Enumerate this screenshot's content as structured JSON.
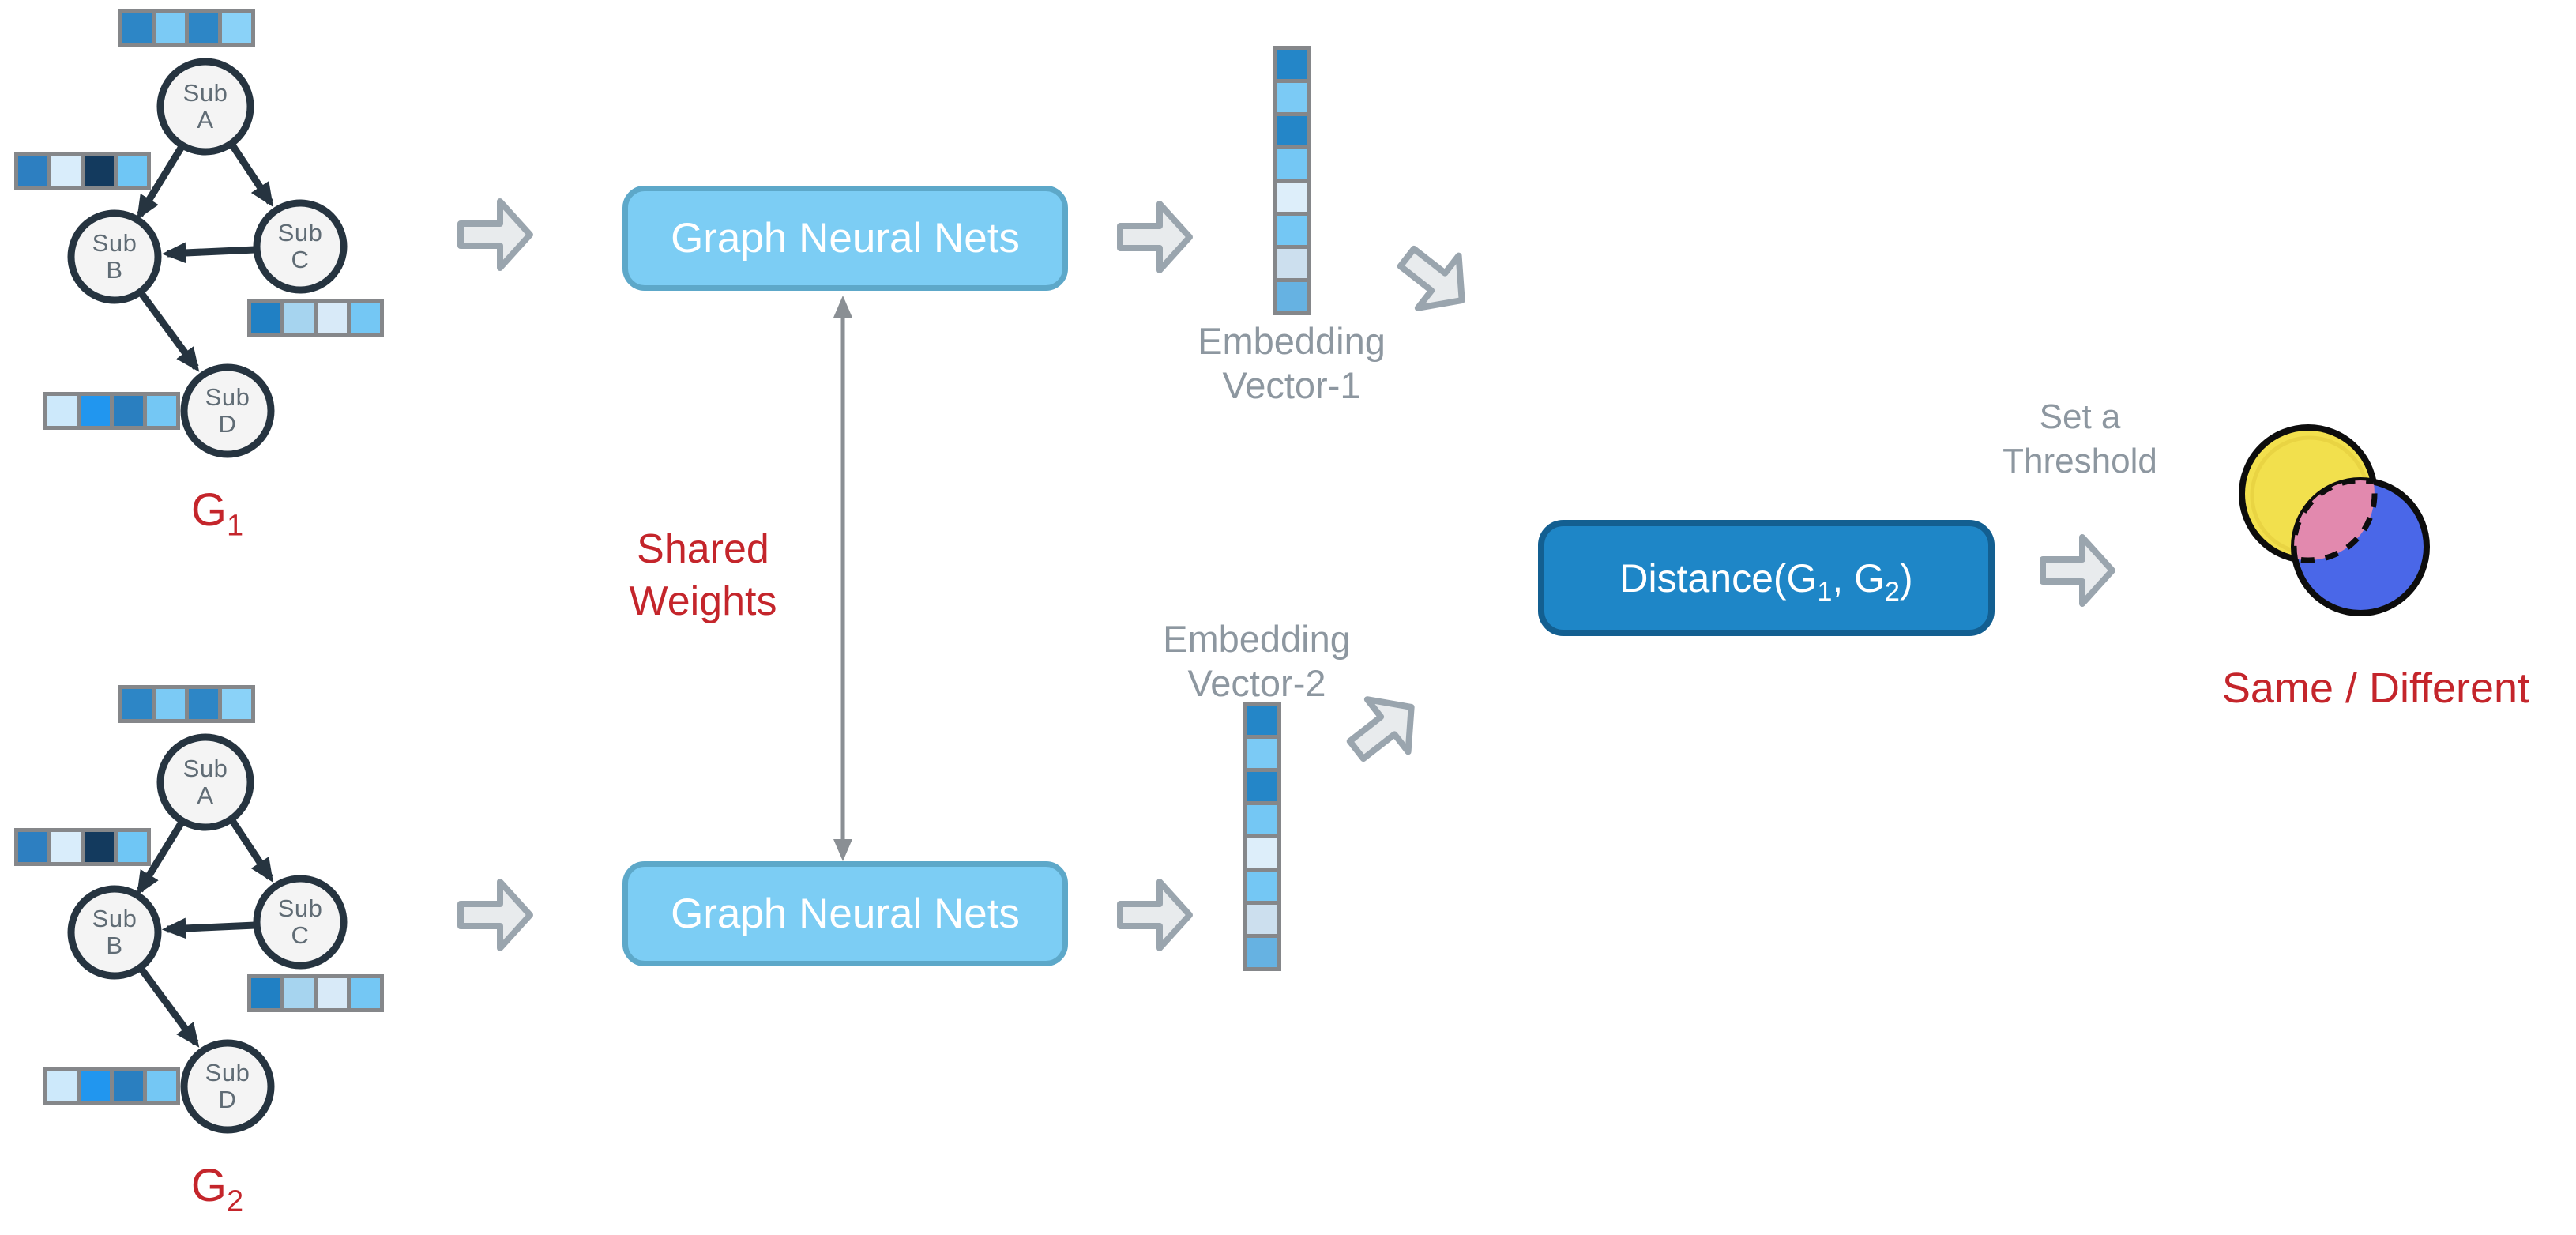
{
  "colors": {
    "red_text": "#c4252b",
    "gray_text": "#8d97a0",
    "node_label": "#606c75",
    "node_fill": "#f4f4f4",
    "dark_stroke": "#263440",
    "vector_frame": "#85878a",
    "gnn_fill": "#7ccdf4",
    "gnn_border": "#5da8c9",
    "gnn_text": "#ffffff",
    "distance_fill": "#1e86c7",
    "distance_border": "#135f91",
    "distance_text": "#ffffff",
    "block_arrow_fill": "#e8ebed",
    "block_arrow_stroke": "#9aa5ae",
    "connector_gray": "#8a8f94",
    "venn_yellow": "#f2e04d",
    "venn_yellow_inner": "#e8d142",
    "venn_blue": "#4a67e8",
    "venn_overlap": "#e289ae",
    "venn_outline": "#0d0d0d"
  },
  "graph1": {
    "name": "G",
    "subscript": "1",
    "nodes": [
      {
        "line1": "Sub",
        "line2": "A"
      },
      {
        "line1": "Sub",
        "line2": "B"
      },
      {
        "line1": "Sub",
        "line2": "C"
      },
      {
        "line1": "Sub",
        "line2": "D"
      }
    ],
    "feature_vectors": {
      "a": [
        "#2d86c6",
        "#7bcaf5",
        "#2d86c6",
        "#8ad2f8"
      ],
      "b": [
        "#2d7fc1",
        "#d9edfb",
        "#133a5e",
        "#6fc6f5"
      ],
      "c": [
        "#2080c4",
        "#a6d4ef",
        "#d8eaf8",
        "#74c7f4"
      ],
      "d": [
        "#cde9fb",
        "#2196ef",
        "#2a7fc0",
        "#74c7f4"
      ]
    }
  },
  "graph2": {
    "name": "G",
    "subscript": "2",
    "nodes": [
      {
        "line1": "Sub",
        "line2": "A"
      },
      {
        "line1": "Sub",
        "line2": "B"
      },
      {
        "line1": "Sub",
        "line2": "C"
      },
      {
        "line1": "Sub",
        "line2": "D"
      }
    ],
    "feature_vectors": {
      "a": [
        "#2d86c6",
        "#7bcaf5",
        "#2d86c6",
        "#8ad2f8"
      ],
      "b": [
        "#2d7fc1",
        "#d9edfb",
        "#133a5e",
        "#6fc6f5"
      ],
      "c": [
        "#2080c4",
        "#a6d4ef",
        "#d8eaf8",
        "#74c7f4"
      ],
      "d": [
        "#cde9fb",
        "#2196ef",
        "#2a7fc0",
        "#74c7f4"
      ]
    }
  },
  "pipeline": {
    "gnn1_label": "Graph Neural Nets",
    "gnn2_label": "Graph Neural Nets",
    "shared_weights": {
      "line1": "Shared",
      "line2": "Weights"
    }
  },
  "embedding1": {
    "line1": "Embedding",
    "line2": "Vector-1",
    "cells": [
      "#2486c8",
      "#7bcaf5",
      "#2486c8",
      "#74c7f4",
      "#ddeefa",
      "#74c7f4",
      "#ccdfee",
      "#66b2e2"
    ]
  },
  "embedding2": {
    "line1": "Embedding",
    "line2": "Vector-2",
    "cells": [
      "#2486c8",
      "#7bcaf5",
      "#2486c8",
      "#74c7f4",
      "#ddeefa",
      "#74c7f4",
      "#ccdfee",
      "#66b2e2"
    ]
  },
  "distance": {
    "part1": "Distance(G",
    "sub1": "1",
    "part2": ", G",
    "sub2": "2",
    "part3": ")"
  },
  "threshold": {
    "line1": "Set a",
    "line2": "Threshold"
  },
  "result_label": "Same / Different"
}
